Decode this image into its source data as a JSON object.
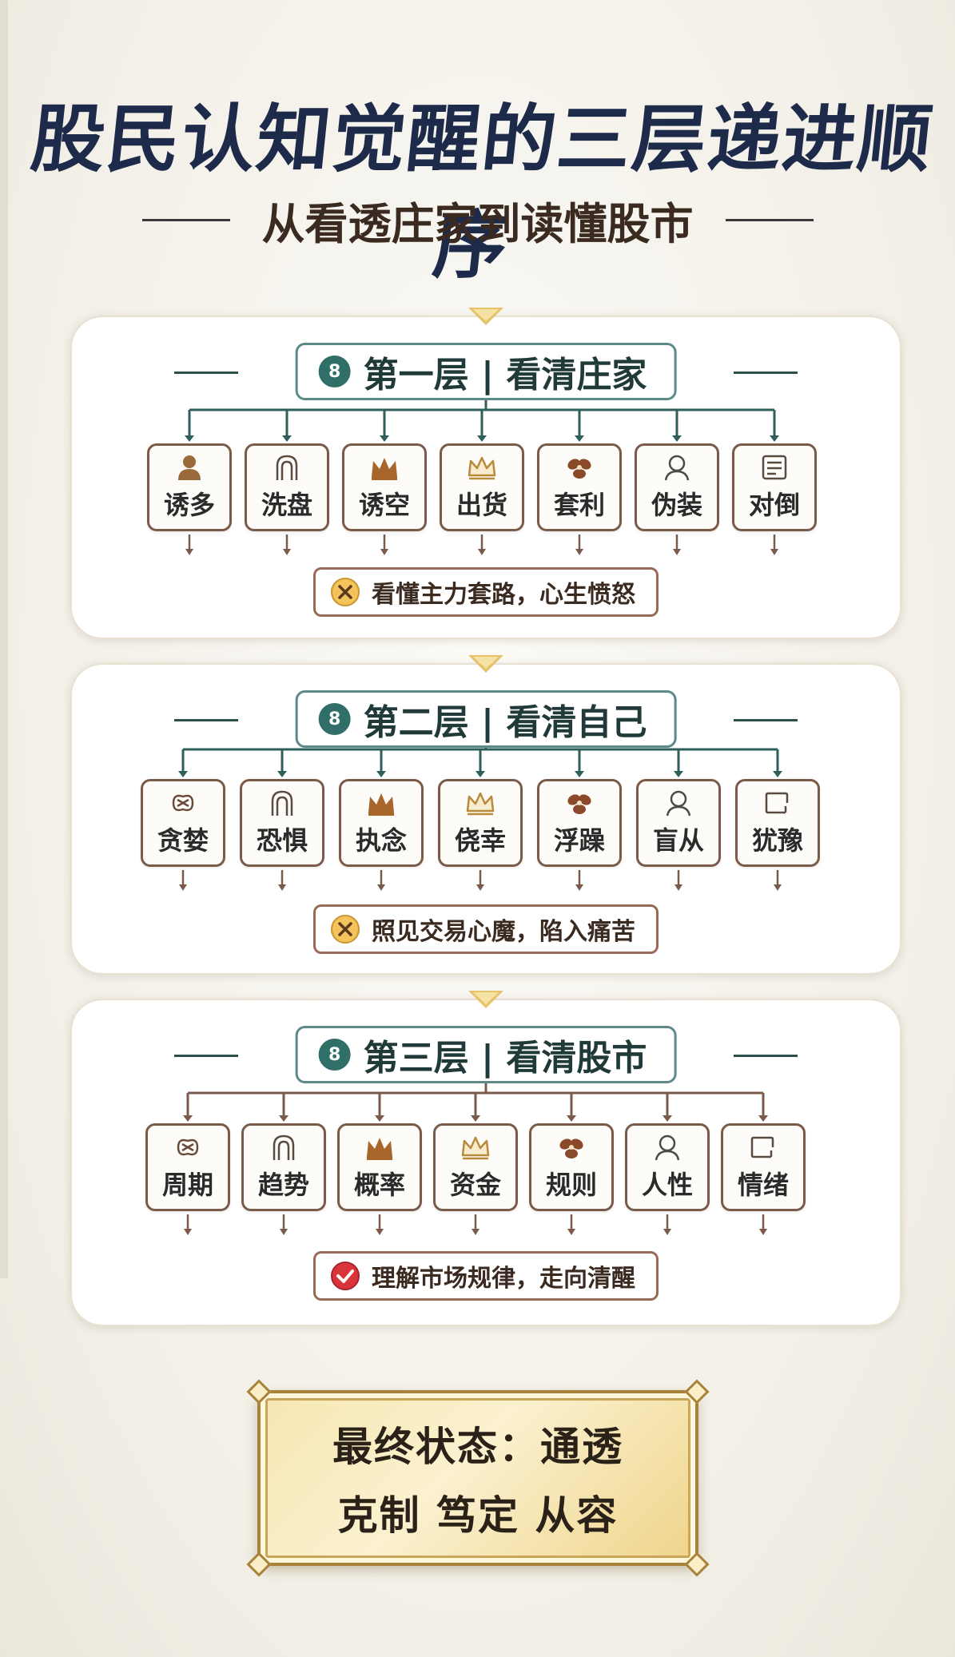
{
  "title": "股民认知觉醒的三层递进顺序",
  "subtitle": "从看透庄家到读懂股市",
  "colors": {
    "title": "#1d2a4a",
    "teal": "#2f6f68",
    "node_border": "#7a5a48",
    "gold": "#a8823a",
    "warning": "#e0b050",
    "success": "#d8343a"
  },
  "levels": [
    {
      "title": "第一层 | 看清庄家",
      "badge": "8",
      "items": [
        {
          "label": "诱多",
          "icon": "person-icon"
        },
        {
          "label": "洗盘",
          "icon": "arch-icon"
        },
        {
          "label": "诱空",
          "icon": "crown-filled-icon"
        },
        {
          "label": "出货",
          "icon": "crown-outline-icon"
        },
        {
          "label": "套利",
          "icon": "clover-icon"
        },
        {
          "label": "伪装",
          "icon": "user-outline-icon"
        },
        {
          "label": "对倒",
          "icon": "document-icon"
        }
      ],
      "result": {
        "text": "看懂主力套路，心生愤怒",
        "icon": "cross-circle-icon"
      }
    },
    {
      "title": "第二层 | 看清自己",
      "badge": "8",
      "items": [
        {
          "label": "贪婪",
          "icon": "knot-icon"
        },
        {
          "label": "恐惧",
          "icon": "arch-icon"
        },
        {
          "label": "执念",
          "icon": "crown-filled-icon"
        },
        {
          "label": "侥幸",
          "icon": "crown-outline-icon"
        },
        {
          "label": "浮躁",
          "icon": "clover-icon"
        },
        {
          "label": "盲从",
          "icon": "user-outline-icon"
        },
        {
          "label": "犹豫",
          "icon": "frame-icon"
        }
      ],
      "result": {
        "text": "照见交易心魔，陷入痛苦",
        "icon": "cross-circle-icon"
      }
    },
    {
      "title": "第三层 | 看清股市",
      "badge": "8",
      "items": [
        {
          "label": "周期",
          "icon": "knot-icon"
        },
        {
          "label": "趋势",
          "icon": "arch-icon"
        },
        {
          "label": "概率",
          "icon": "crown-filled-icon"
        },
        {
          "label": "资金",
          "icon": "crown-outline-icon"
        },
        {
          "label": "规则",
          "icon": "clover-icon"
        },
        {
          "label": "人性",
          "icon": "user-outline-icon"
        },
        {
          "label": "情绪",
          "icon": "frame-icon"
        }
      ],
      "result": {
        "text": "理解市场规律，走向清醒",
        "icon": "check-circle-icon"
      }
    }
  ],
  "final": {
    "line1": "最终状态：通透",
    "line2": "克制 笃定 从容"
  }
}
